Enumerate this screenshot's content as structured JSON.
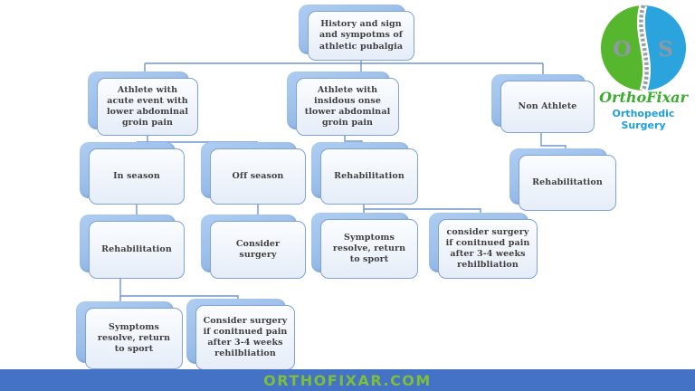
{
  "flowchart": {
    "nodes": [
      {
        "id": "history",
        "label": "History and sign and sympotms of athletic pubalgia"
      },
      {
        "id": "acute",
        "label": "Athlete with acute event with lower abdominal groin pain"
      },
      {
        "id": "insidious",
        "label": "Athlete with insidous onse tlower abdominal groin pain"
      },
      {
        "id": "non_athlete",
        "label": "Non Athlete"
      },
      {
        "id": "in_season",
        "label": "In season"
      },
      {
        "id": "off_season",
        "label": "Off season"
      },
      {
        "id": "rehab_mid",
        "label": "Rehabilitation"
      },
      {
        "id": "rehab_right",
        "label": "Rehabilitation"
      },
      {
        "id": "rehab_left",
        "label": "Rehabilitation"
      },
      {
        "id": "consider_surgery",
        "label": "Consider surgery"
      },
      {
        "id": "symptoms_mid",
        "label": "Symptoms resolve, return to sport"
      },
      {
        "id": "consider_mid",
        "label": "consider surgery if conitnued pain after 3-4 weeks rehilbliation"
      },
      {
        "id": "symptoms_bottom",
        "label": "Symptoms resolve, return to sport"
      },
      {
        "id": "consider_bottom",
        "label": "Consider surgery if conitnued pain after 3-4 weeks rehilbliation"
      }
    ],
    "colors": {
      "box_back_top": "#a3c6ee",
      "box_back_bottom": "#7fa8dc",
      "box_front_fill": "#f4f8fc",
      "box_front_border": "#7fa3d6",
      "connector": "#6e96cf",
      "text": "#404040"
    }
  },
  "logo": {
    "brand": "OrthoFixar",
    "subtitle": "Orthopedic Surgery",
    "monogram_left": "O",
    "monogram_right": "S",
    "green": "#56b72e",
    "blue": "#2ba4dd"
  },
  "footer": {
    "text": "ORTHOFIXAR.COM",
    "bar_color": "#4472c4",
    "text_color": "#7dbe3c"
  }
}
